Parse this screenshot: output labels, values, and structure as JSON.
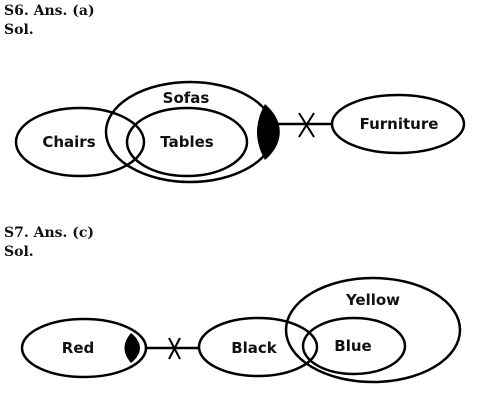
{
  "s6": {
    "heading": "S6. Ans. (a)",
    "sol": "Sol.",
    "labels": {
      "sofas": "Sofas",
      "chairs": "Chairs",
      "tables": "Tables",
      "furniture": "Furniture"
    }
  },
  "s7": {
    "heading": "S7. Ans. (c)",
    "sol": "Sol.",
    "labels": {
      "yellow": "Yellow",
      "red": "Red",
      "black": "Black",
      "blue": "Blue"
    }
  },
  "colors": {
    "ink": "#000000",
    "background": "#ffffff"
  }
}
